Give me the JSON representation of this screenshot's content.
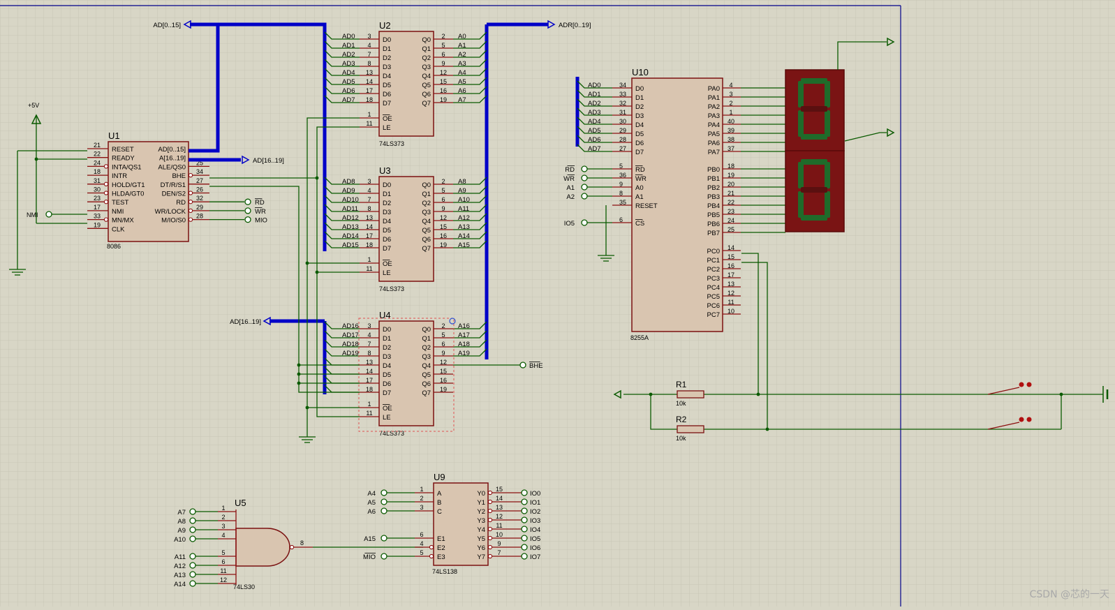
{
  "watermark": "CSDN @芯的一天",
  "power": {
    "vcc": "+5V",
    "nmi": "NMI"
  },
  "u1": {
    "ref": "U1",
    "part": "8086",
    "left_pins": [
      {
        "num": "21",
        "name": "RESET"
      },
      {
        "num": "22",
        "name": "READY"
      },
      {
        "num": "24",
        "name": "INTA/QS1"
      },
      {
        "num": "18",
        "name": "INTR"
      },
      {
        "num": "31",
        "name": "HOLD/GT1"
      },
      {
        "num": "30",
        "name": "HLDA/GT0"
      },
      {
        "num": "23",
        "name": "TEST"
      },
      {
        "num": "17",
        "name": "NMI"
      },
      {
        "num": "33",
        "name": "MN/MX"
      },
      {
        "num": "19",
        "name": "CLK"
      }
    ],
    "right_pins": [
      {
        "num": "",
        "name": "AD[0..15]"
      },
      {
        "num": "",
        "name": "A[16..19]"
      },
      {
        "num": "25",
        "name": "ALE/QS0"
      },
      {
        "num": "34",
        "name": "BHE"
      },
      {
        "num": "27",
        "name": "DT/R/S1"
      },
      {
        "num": "26",
        "name": "DEN/S2"
      },
      {
        "num": "32",
        "name": "RD"
      },
      {
        "num": "29",
        "name": "WR/LOCK"
      },
      {
        "num": "28",
        "name": "M/IO/S0"
      }
    ],
    "right_terms": [
      "RD",
      "WR",
      "MIO"
    ]
  },
  "buses": {
    "ad": "AD[0..15]",
    "adr": "ADR[0..19]",
    "a16": "AD[16..19]",
    "ad16": "AD[16..19]"
  },
  "u2": {
    "ref": "U2",
    "part": "74LS373",
    "in_labels": [
      "AD0",
      "AD1",
      "AD2",
      "AD3",
      "AD4",
      "AD5",
      "AD6",
      "AD7"
    ],
    "in_nums": [
      "3",
      "4",
      "7",
      "8",
      "13",
      "14",
      "17",
      "18"
    ],
    "out_nums": [
      "2",
      "5",
      "6",
      "9",
      "12",
      "15",
      "16",
      "19"
    ],
    "out_labels": [
      "A0",
      "A1",
      "A2",
      "A3",
      "A4",
      "A5",
      "A6",
      "A7"
    ]
  },
  "u3": {
    "ref": "U3",
    "part": "74LS373",
    "in_labels": [
      "AD8",
      "AD9",
      "AD10",
      "AD11",
      "AD12",
      "AD13",
      "AD14",
      "AD15"
    ],
    "in_nums": [
      "3",
      "4",
      "7",
      "8",
      "13",
      "14",
      "17",
      "18"
    ],
    "out_nums": [
      "2",
      "5",
      "6",
      "9",
      "12",
      "15",
      "16",
      "19"
    ],
    "out_labels": [
      "A8",
      "A9",
      "A10",
      "A11",
      "A12",
      "A13",
      "A14",
      "A15"
    ]
  },
  "u4": {
    "ref": "U4",
    "part": "74LS373",
    "in_labels": [
      "AD16",
      "AD17",
      "AD18",
      "AD19",
      "",
      "",
      "",
      ""
    ],
    "in_nums": [
      "3",
      "4",
      "7",
      "8",
      "13",
      "14",
      "17",
      "18"
    ],
    "out_nums": [
      "2",
      "5",
      "6",
      "9",
      "12",
      "15",
      "16",
      "19"
    ],
    "out_labels": [
      "A16",
      "A17",
      "A18",
      "A19",
      "",
      "",
      "",
      ""
    ],
    "bhe": "BHE"
  },
  "latch": {
    "d": [
      "D0",
      "D1",
      "D2",
      "D3",
      "D4",
      "D5",
      "D6",
      "D7"
    ],
    "q": [
      "Q0",
      "Q1",
      "Q2",
      "Q3",
      "Q4",
      "Q5",
      "Q6",
      "Q7"
    ],
    "oe": "OE",
    "le": "LE",
    "oe_num": "1",
    "le_num": "11"
  },
  "u10": {
    "ref": "U10",
    "part": "8255A",
    "d_labels": [
      "AD0",
      "AD1",
      "AD2",
      "AD3",
      "AD4",
      "AD5",
      "AD6",
      "AD7"
    ],
    "d_nums": [
      "34",
      "33",
      "32",
      "31",
      "30",
      "29",
      "28",
      "27"
    ],
    "d_names": [
      "D0",
      "D1",
      "D2",
      "D3",
      "D4",
      "D5",
      "D6",
      "D7"
    ],
    "ctrl_labels": [
      "RD",
      "WR",
      "A1",
      "A2"
    ],
    "ctrl_nums": [
      "5",
      "36",
      "9",
      "8"
    ],
    "ctrl_names": [
      "RD",
      "WR",
      "A0",
      "A1"
    ],
    "reset": {
      "num": "35",
      "name": "RESET"
    },
    "cs": {
      "num": "6",
      "name": "CS",
      "label": "IO5"
    },
    "pa_names": [
      "PA0",
      "PA1",
      "PA2",
      "PA3",
      "PA4",
      "PA5",
      "PA6",
      "PA7"
    ],
    "pa_nums": [
      "4",
      "3",
      "2",
      "1",
      "40",
      "39",
      "38",
      "37"
    ],
    "pb_names": [
      "PB0",
      "PB1",
      "PB2",
      "PB3",
      "PB4",
      "PB5",
      "PB6",
      "PB7"
    ],
    "pb_nums": [
      "18",
      "19",
      "20",
      "21",
      "22",
      "23",
      "24",
      "25"
    ],
    "pc_names": [
      "PC0",
      "PC1",
      "PC2",
      "PC3",
      "PC4",
      "PC5",
      "PC6",
      "PC7"
    ],
    "pc_nums": [
      "14",
      "15",
      "16",
      "17",
      "13",
      "12",
      "11",
      "10"
    ]
  },
  "display": {
    "digits": [
      "0",
      "0"
    ],
    "segment_color": "#1f6b2a",
    "off_color": "#7a1414"
  },
  "resistors": [
    {
      "ref": "R1",
      "value": "10k"
    },
    {
      "ref": "R2",
      "value": "10k"
    }
  ],
  "u5": {
    "ref": "U5",
    "part": "74LS30",
    "inputs": [
      "A7",
      "A8",
      "A9",
      "A10",
      "A11",
      "A12",
      "A13",
      "A14"
    ],
    "nums": [
      "1",
      "2",
      "3",
      "4",
      "5",
      "6",
      "11",
      "12"
    ],
    "out_num": "8"
  },
  "u9": {
    "ref": "U9",
    "part": "74LS138",
    "in_labels": [
      "A4",
      "A5",
      "A6"
    ],
    "in_nums": [
      "1",
      "2",
      "3"
    ],
    "in_names": [
      "A",
      "B",
      "C"
    ],
    "en_labels": [
      "A15",
      "",
      "MIO"
    ],
    "en_nums": [
      "6",
      "4",
      "5"
    ],
    "en_names": [
      "E1",
      "E2",
      "E3"
    ],
    "y_names": [
      "Y0",
      "Y1",
      "Y2",
      "Y3",
      "Y4",
      "Y5",
      "Y6",
      "Y7"
    ],
    "y_nums": [
      "15",
      "14",
      "13",
      "12",
      "11",
      "10",
      "9",
      "7"
    ],
    "y_labels": [
      "IO0",
      "IO1",
      "IO2",
      "IO3",
      "IO4",
      "IO5",
      "IO6",
      "IO7"
    ]
  },
  "colors": {
    "wire": "#0a5a00",
    "bus": "#0000c8",
    "body": "#d9c5b0",
    "border": "#7a1010",
    "pin": "#8b1010",
    "grid": "#c6c4b2",
    "frame": "#00008b"
  }
}
